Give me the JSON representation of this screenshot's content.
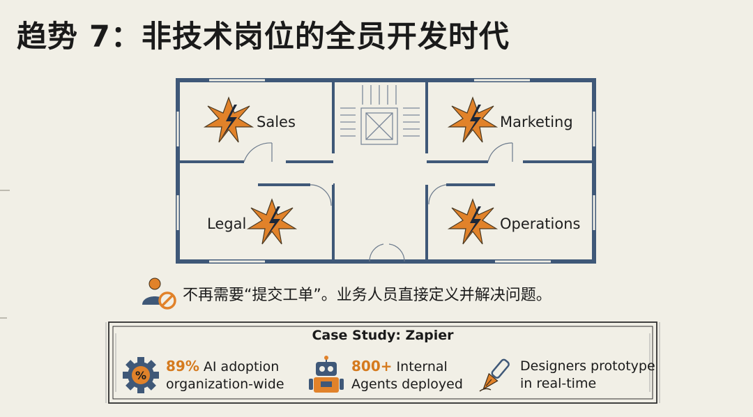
{
  "title": "趋势 7：非技术岗位的全员开发时代",
  "colors": {
    "accent_orange": "#e1822a",
    "wall_blue": "#3f5878",
    "ink": "#1a1a1a",
    "paper": "#f1efe6"
  },
  "floor_plan": {
    "rooms": [
      {
        "label": "Sales",
        "icon": "burst-icon"
      },
      {
        "label": "Marketing",
        "icon": "burst-icon"
      },
      {
        "label": "Legal",
        "icon": "burst-icon"
      },
      {
        "label": "Operations",
        "icon": "burst-icon"
      }
    ]
  },
  "notice": {
    "icon": "person-prohibited-icon",
    "text": "不再需要“提交工单”。业务人员直接定义并解决问题。"
  },
  "case_study": {
    "title": "Case Study: Zapier",
    "stats": [
      {
        "icon": "percent-gear-icon",
        "highlight": "89%",
        "line1_rest": " AI adoption",
        "line2": "organization-wide"
      },
      {
        "icon": "robot-icon",
        "highlight": "800+",
        "line1_rest": " Internal",
        "line2": "Agents deployed"
      },
      {
        "icon": "pen-nib-icon",
        "highlight": "",
        "line1_rest": "Designers prototype",
        "line2": "in real-time"
      }
    ]
  }
}
